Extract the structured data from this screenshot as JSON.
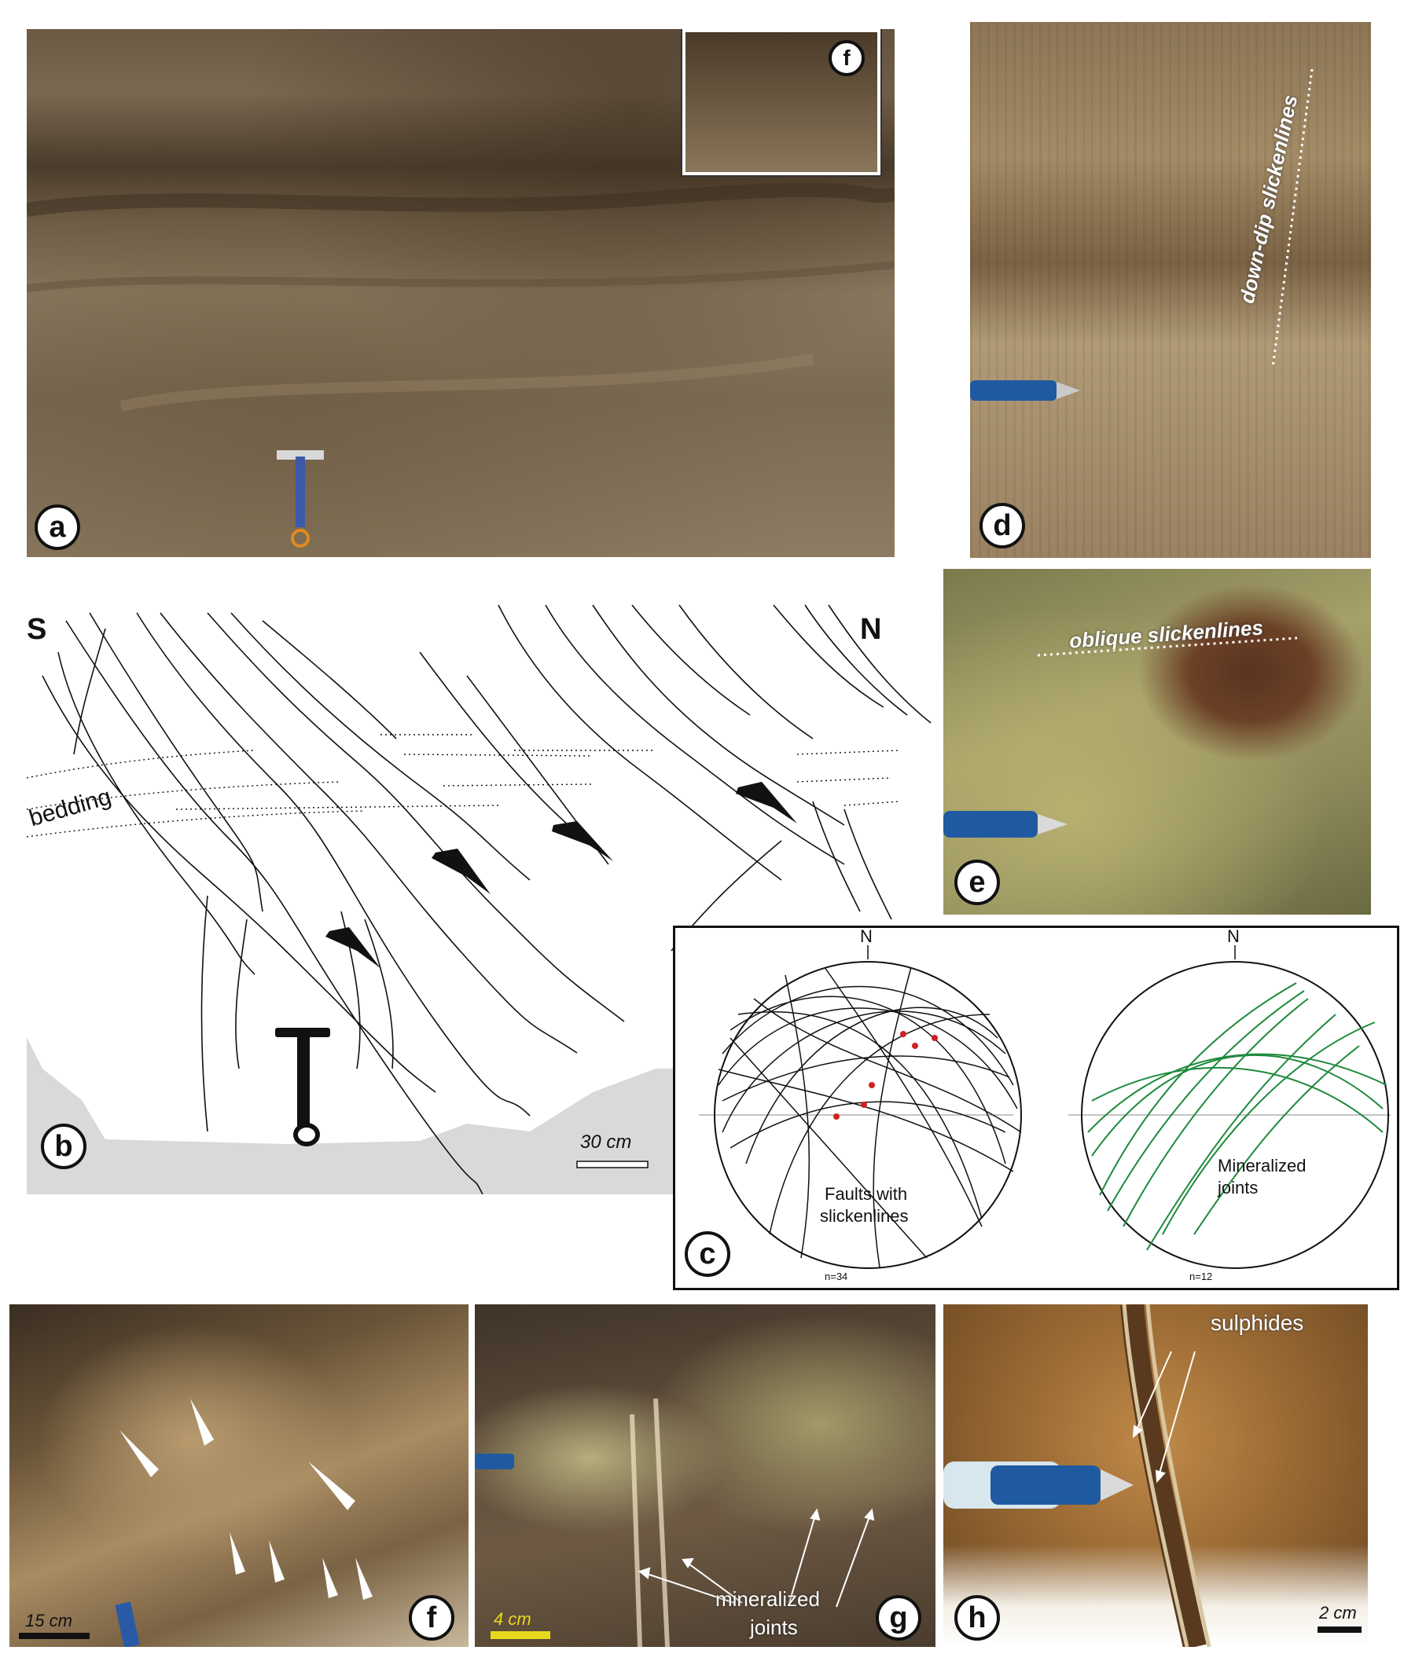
{
  "panels": {
    "a": {
      "label": "a",
      "inset_label": "f"
    },
    "b": {
      "label": "b",
      "south": "S",
      "north": "N",
      "bedding_label": "bedding",
      "scale_label": "30 cm"
    },
    "c": {
      "label": "c",
      "left": {
        "north": "N",
        "caption_line1": "Faults with",
        "caption_line2": "slickenlines",
        "count": "n=34"
      },
      "right": {
        "north": "N",
        "caption_line1": "Mineralized",
        "caption_line2": "joints",
        "count": "n=12"
      }
    },
    "d": {
      "label": "d",
      "annotation": "down-dip slickenlines"
    },
    "e": {
      "label": "e",
      "annotation": "oblique slickenlines"
    },
    "f": {
      "label": "f",
      "scale_label": "15 cm"
    },
    "g": {
      "label": "g",
      "annotation_line1": "mineralized",
      "annotation_line2": "joints",
      "scale_label": "4 cm"
    },
    "h": {
      "label": "h",
      "annotation": "sulphides",
      "scale_label": "2 cm"
    }
  },
  "colors": {
    "fault_lines": "#111111",
    "mineralized_joints": "#1e8a3c",
    "slickenline_points": "#d22020",
    "ground": "#d9d9d9"
  }
}
